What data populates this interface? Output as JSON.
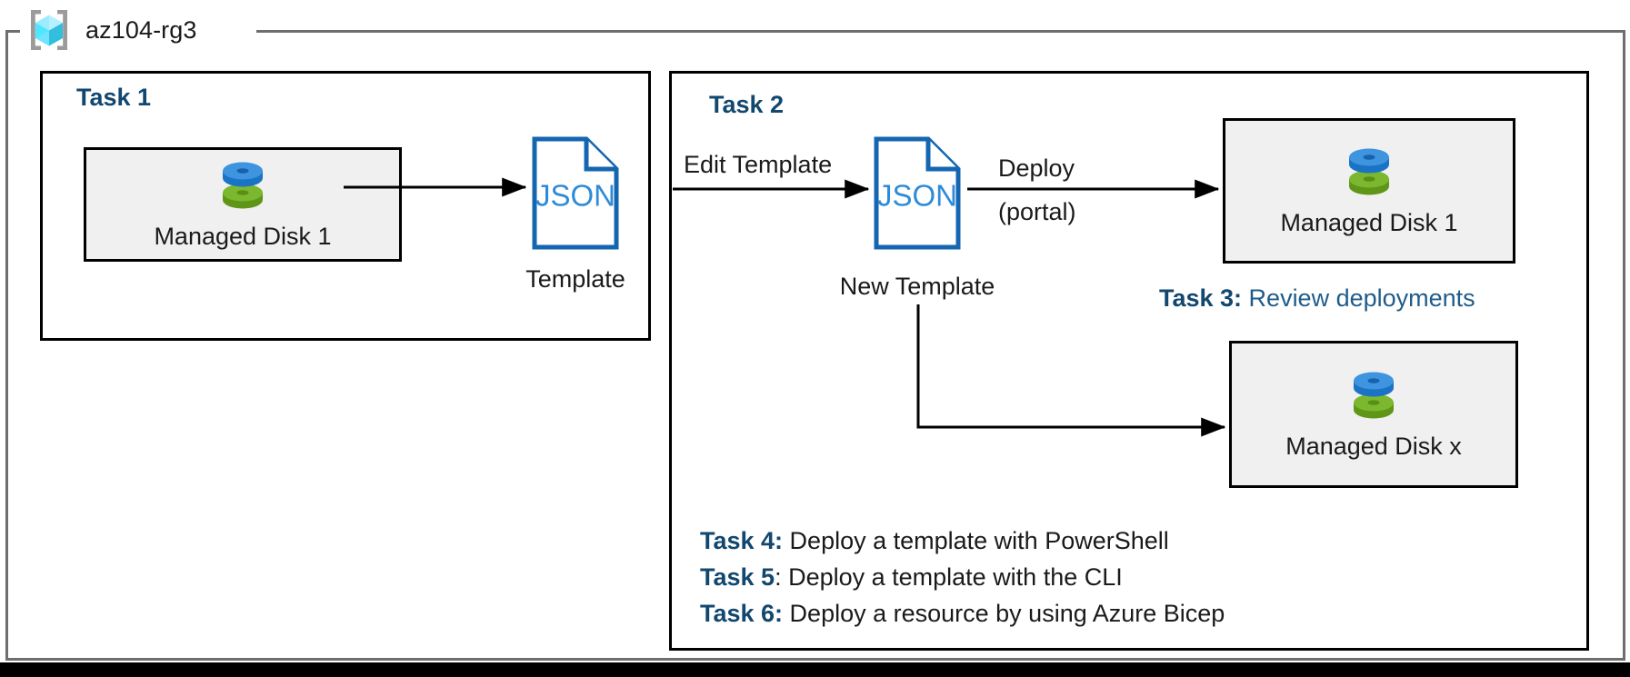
{
  "resource_group": {
    "name": "az104-rg3",
    "icon": "azure-resource-group-icon"
  },
  "task1": {
    "heading": "Task 1",
    "resource": {
      "label": "Managed Disk 1",
      "icon": "managed-disk-icon"
    },
    "template": {
      "file_type": "JSON",
      "caption": "Template",
      "icon": "json-document-icon"
    },
    "arrow_label": ""
  },
  "task2": {
    "heading": "Task 2",
    "edit_label": "Edit Template",
    "new_template": {
      "file_type": "JSON",
      "caption": "New Template",
      "icon": "json-document-icon"
    },
    "deploy_label_top": "Deploy",
    "deploy_label_bottom": "(portal)",
    "deployed_resource_1": {
      "label": "Managed Disk 1",
      "icon": "managed-disk-icon"
    },
    "deployed_resource_x": {
      "label": "Managed Disk x",
      "icon": "managed-disk-icon"
    }
  },
  "task3": {
    "key": "Task 3:",
    "text": " Review deployments"
  },
  "notes": [
    {
      "key": "Task 4:",
      "text": " Deploy a template with PowerShell"
    },
    {
      "key": "Task 5",
      "text": ": Deploy a template with the CLI"
    },
    {
      "key": "Task 6:",
      "text": " Deploy a resource by using Azure Bicep"
    }
  ],
  "colors": {
    "task_heading": "#12476f",
    "task3_text": "#1f5c8b",
    "json_outline": "#1566b0",
    "json_text": "#2e8bd8",
    "card_fill": "#f0f0f0",
    "frame_gray": "#6e6e6e",
    "disk_blue": "#3f94e0",
    "disk_blue_dark": "#1a73c4",
    "disk_green": "#7cb82f",
    "disk_green_dark": "#5a9116",
    "rg_cube_cyan": "#50e6ff",
    "rg_bracket_gray": "#9b9b9b"
  }
}
